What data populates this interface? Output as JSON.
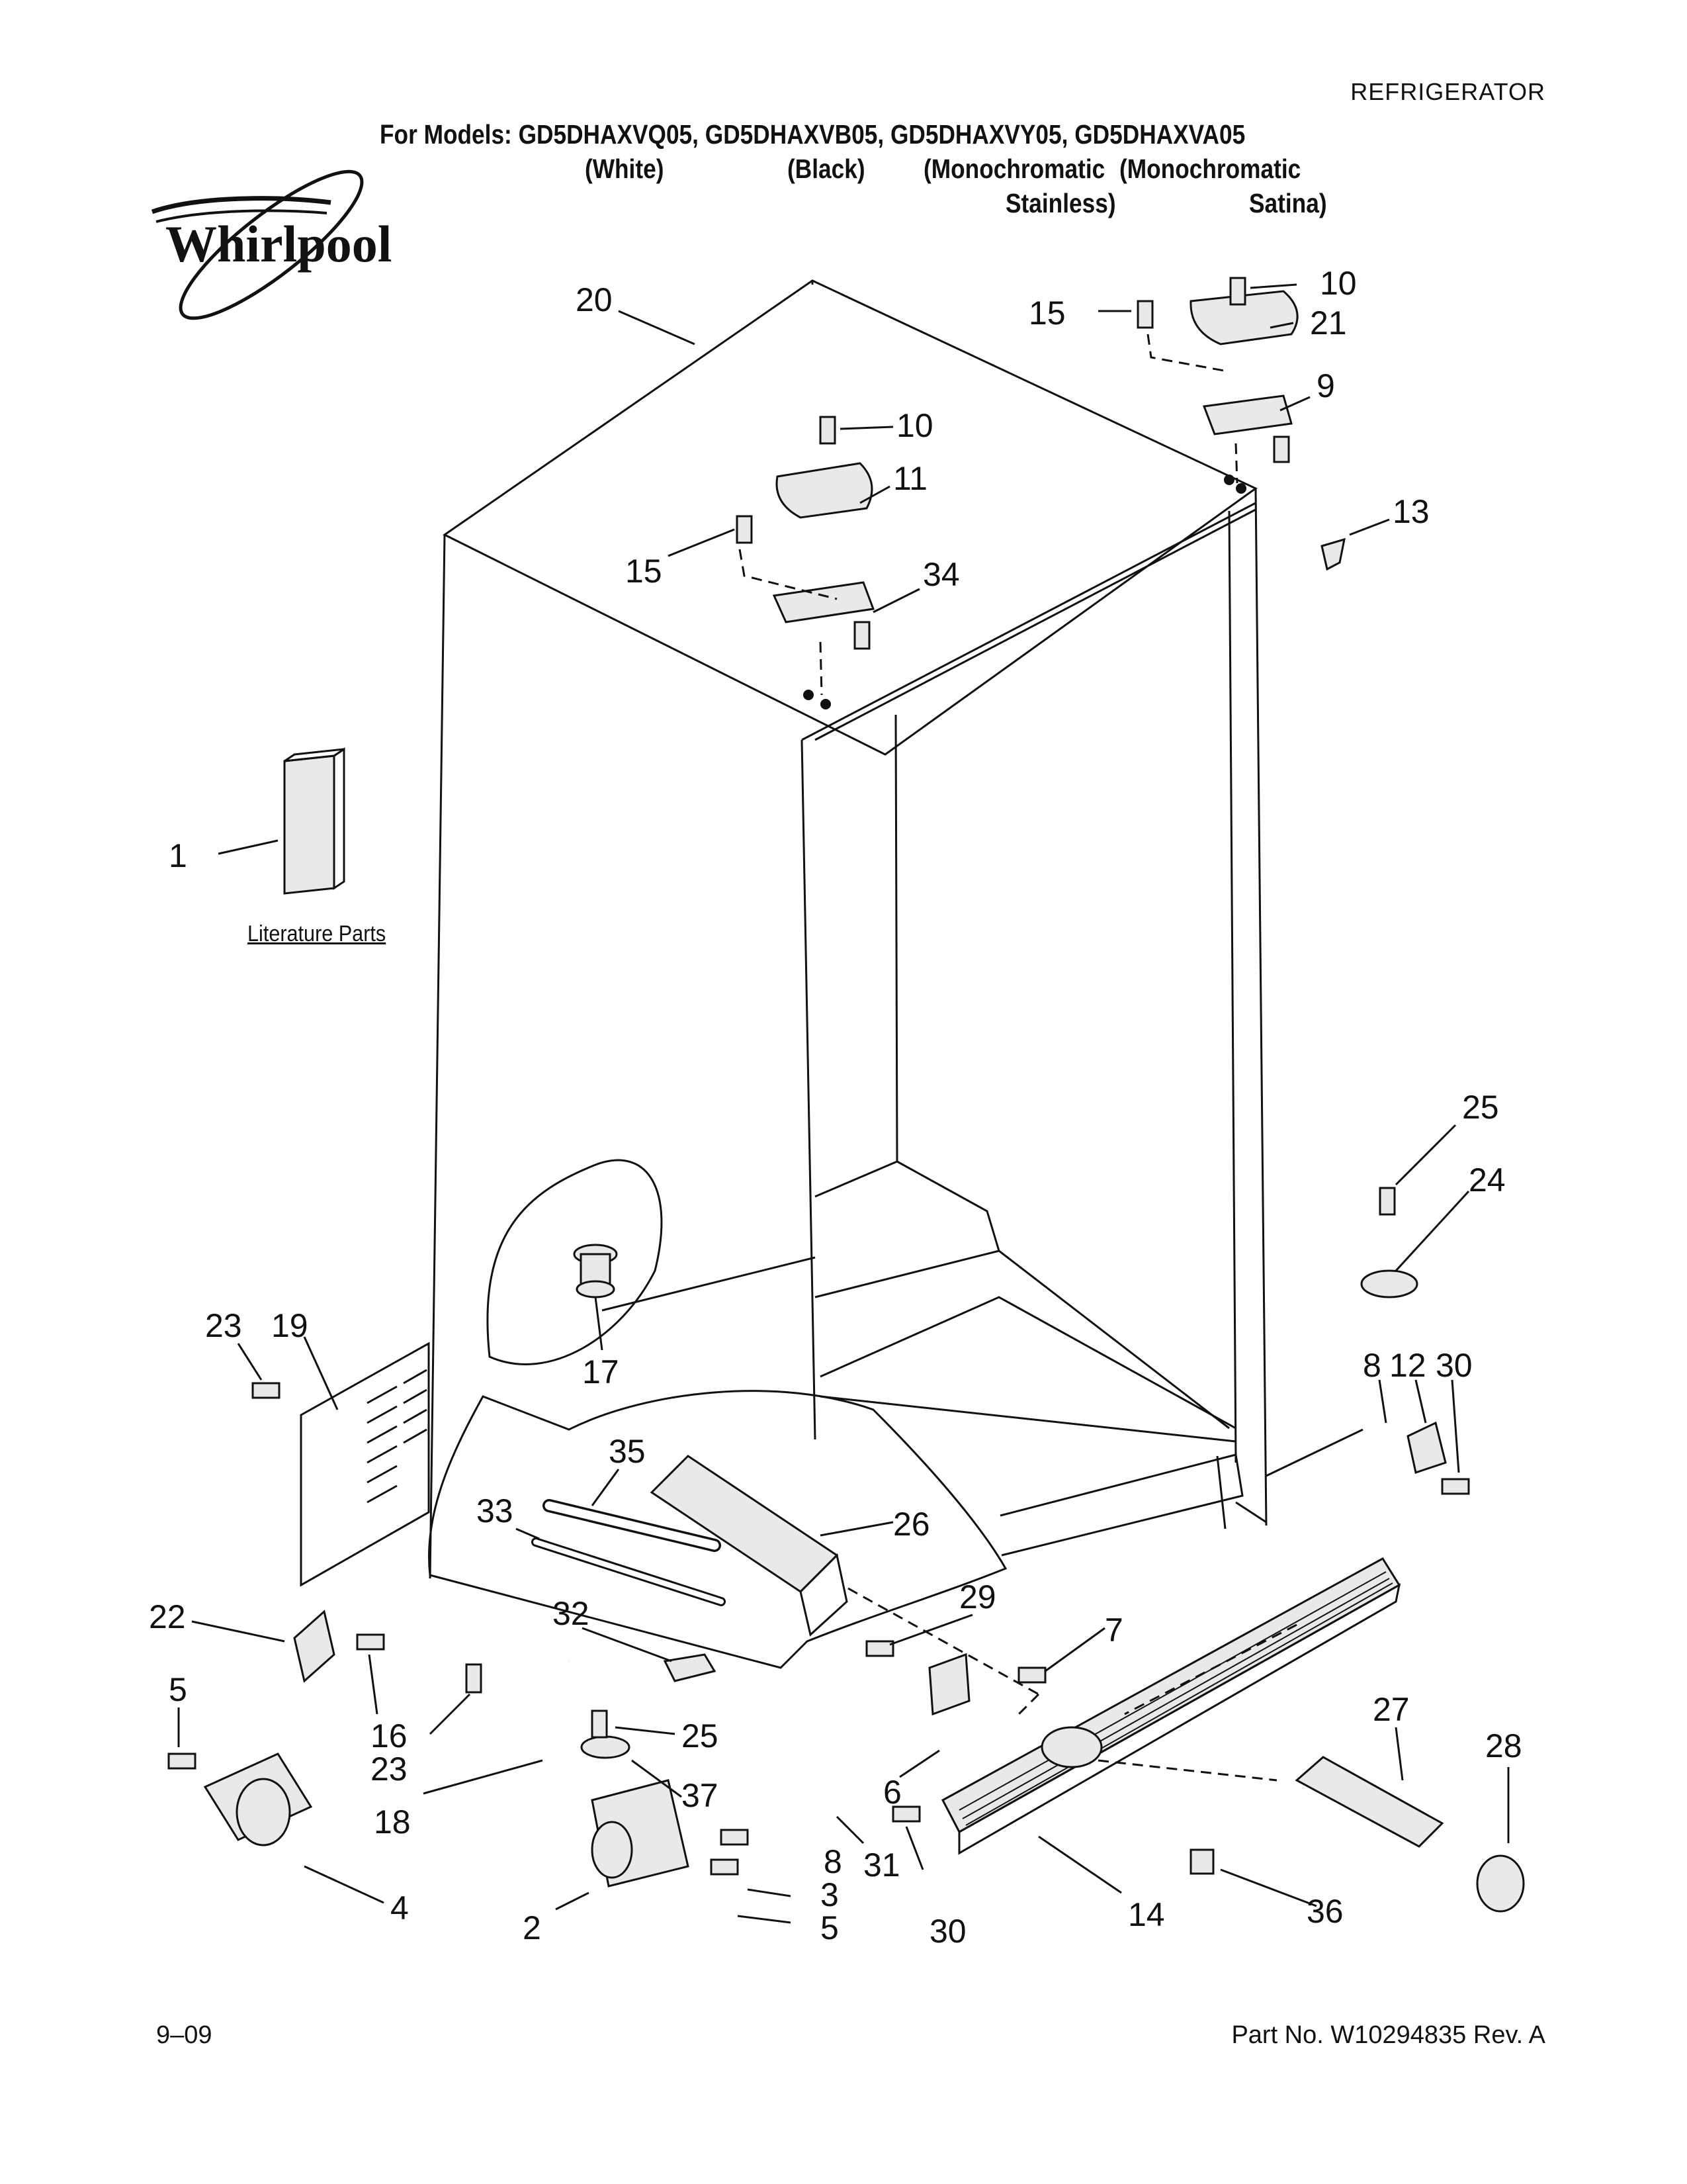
{
  "header": {
    "category": "REFRIGERATOR",
    "models_line": "For Models: GD5DHAXVQ05, GD5DHAXVB05, GD5DHAXVY05, GD5DHAXVA05",
    "variants": [
      {
        "line1": "(White)",
        "line2": ""
      },
      {
        "line1": "(Black)",
        "line2": ""
      },
      {
        "line1": "(Monochromatic",
        "line2": "Stainless)"
      },
      {
        "line1": "(Monochromatic",
        "line2": "Satina)"
      }
    ]
  },
  "brand": {
    "name": "Whirlpool"
  },
  "literature_label": "Literature Parts",
  "callouts": [
    "1",
    "2",
    "3",
    "4",
    "5",
    "5",
    "6",
    "7",
    "8",
    "8",
    "9",
    "10",
    "10",
    "11",
    "12",
    "13",
    "14",
    "15",
    "15",
    "16",
    "17",
    "18",
    "19",
    "20",
    "21",
    "22",
    "23",
    "23",
    "24",
    "25",
    "25",
    "26",
    "27",
    "28",
    "29",
    "30",
    "30",
    "31",
    "32",
    "33",
    "34",
    "35",
    "36",
    "37"
  ],
  "footer": {
    "date": "9–09",
    "part_no": "Part No. W10294835 Rev. A"
  }
}
